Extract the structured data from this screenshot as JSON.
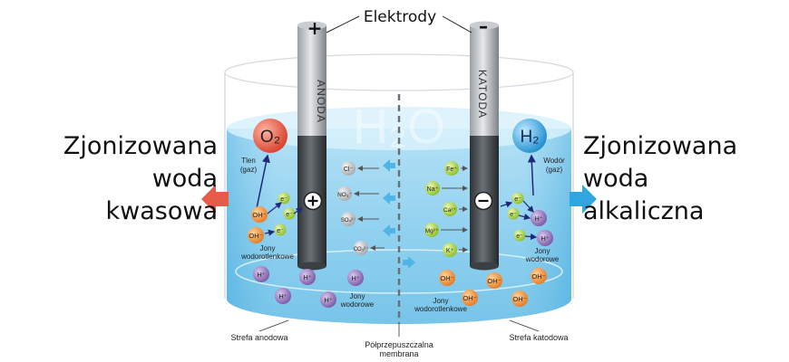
{
  "top_label": "Elektrody",
  "plus_sign": "+",
  "minus_sign": "–",
  "anode_text": "ANODA",
  "cathode_text": "KATODA",
  "water_watermark": "H₂O",
  "left_side": {
    "title_line1": "Zjonizowana",
    "title_line2": "woda",
    "title_line3": "kwasowa",
    "gas_formula": "O₂",
    "gas_label_line1": "Tlen",
    "gas_label_line2": "(gaz)",
    "ions_label_line1": "Jony",
    "ions_label_line2": "wodorotlenkowe",
    "hydrogen_ions_label_line1": "Jony",
    "hydrogen_ions_label_line2": "wodorowe",
    "zone_label": "Strefa anodowa"
  },
  "right_side": {
    "title_line1": "Zjonizowana",
    "title_line2": "woda",
    "title_line3": "alkaliczna",
    "gas_formula": "H₂",
    "gas_label_line1": "Wodór",
    "gas_label_line2": "(gaz)",
    "ions_label_line1": "Jony",
    "ions_label_line2": "wodorowe",
    "hydroxide_ions_label_line1": "Jony",
    "hydroxide_ions_label_line2": "wodorotlenkowe",
    "zone_label": "Strefa katodowa"
  },
  "membrane_label_line1": "Półprzepuszczalna",
  "membrane_label_line2": "membrana",
  "ions": {
    "electron": "e⁻",
    "oh": "OH⁻",
    "h": "H⁺",
    "cl": "Cl⁻",
    "no3": "NO₃⁻",
    "so4": "SO₄²⁻",
    "co3": "CO₃²⁻",
    "fe": "Fe⁺",
    "na": "Na⁺",
    "ca": "Ca²⁺",
    "mg": "Mg²⁺",
    "k": "K⁺"
  },
  "colors": {
    "water_blue": "#7ec8ec",
    "water_top": "#c9ebf9",
    "electrode_gray": "#444a50",
    "oxygen_red": "#e0503c",
    "hydrogen_blue": "#2f9fde",
    "oh_orange": "#ee8a2e",
    "h_purple": "#8f6cb4",
    "electron_green": "#9cc82e",
    "anion_gray": "#b9bcbf",
    "cation_green": "#a6cf3e",
    "acid_arrow": "#e85a4a",
    "alkaline_arrow": "#2fa6e0"
  }
}
